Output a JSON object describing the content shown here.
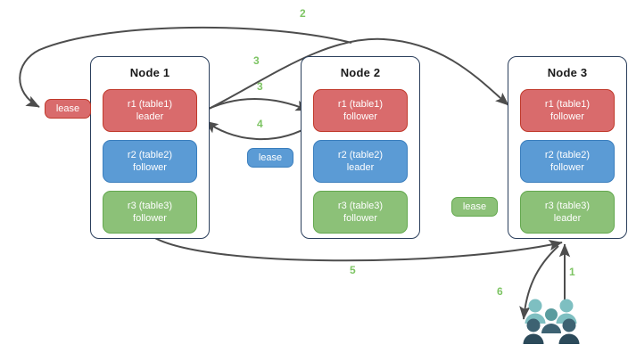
{
  "diagram": {
    "title": "Raft multi-node lease and replica placement diagram",
    "background": "#ffffff",
    "colors": {
      "red": "#d96b6c",
      "red_border": "#c0392b",
      "blue": "#5b9bd5",
      "blue_border": "#3a7ebd",
      "green": "#8cc178",
      "green_border": "#63a84e",
      "node_border": "#2b3f5c",
      "arrow": "#4d4d4d",
      "step_number": "#7dc463",
      "people_light": "#7ebfc1",
      "people_mid": "#5a9c9e",
      "people_dark": "#3d6272",
      "people_darkest": "#2c4a5a"
    },
    "nodes": [
      {
        "title": "Node 1",
        "replicas": [
          {
            "name": "r1 (table1)",
            "role": "leader",
            "color": "red"
          },
          {
            "name": "r2 (table2)",
            "role": "follower",
            "color": "blue"
          },
          {
            "name": "r3 (table3)",
            "role": "follower",
            "color": "green"
          }
        ]
      },
      {
        "title": "Node 2",
        "replicas": [
          {
            "name": "r1 (table1)",
            "role": "follower",
            "color": "red"
          },
          {
            "name": "r2 (table2)",
            "role": "leader",
            "color": "blue"
          },
          {
            "name": "r3 (table3)",
            "role": "follower",
            "color": "green"
          }
        ]
      },
      {
        "title": "Node 3",
        "replicas": [
          {
            "name": "r1 (table1)",
            "role": "follower",
            "color": "red"
          },
          {
            "name": "r2 (table2)",
            "role": "follower",
            "color": "blue"
          },
          {
            "name": "r3 (table3)",
            "role": "leader",
            "color": "green"
          }
        ]
      }
    ],
    "leases": [
      {
        "label": "lease",
        "color": "red",
        "for": "r1-table1"
      },
      {
        "label": "lease",
        "color": "blue",
        "for": "r2-table2"
      },
      {
        "label": "lease",
        "color": "green",
        "for": "r3-table3"
      }
    ],
    "steps": [
      {
        "id": "1",
        "label": "1"
      },
      {
        "id": "2",
        "label": "2"
      },
      {
        "id": "3a",
        "label": "3"
      },
      {
        "id": "3b",
        "label": "3"
      },
      {
        "id": "4",
        "label": "4"
      },
      {
        "id": "5",
        "label": "5"
      },
      {
        "id": "6",
        "label": "6"
      }
    ],
    "actor": {
      "name": "users",
      "icon": "users-icon"
    }
  }
}
